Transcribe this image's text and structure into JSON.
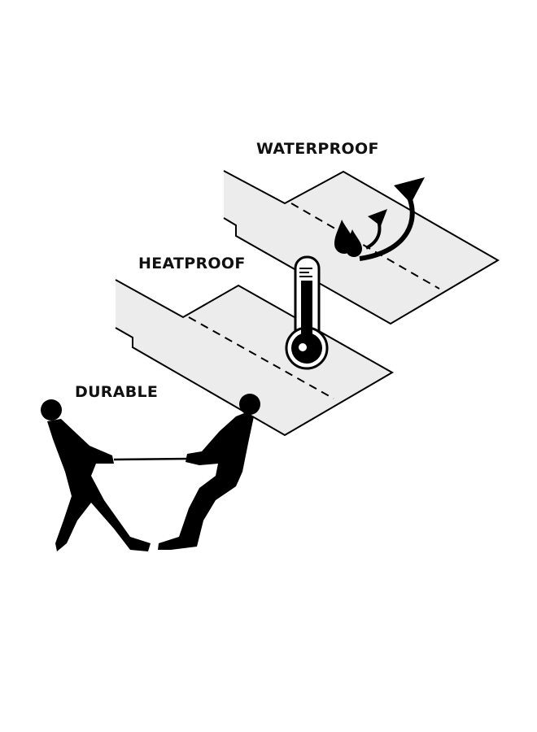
{
  "labels": {
    "waterproof": "WATERPROOF",
    "heatproof": "HEATPROOF",
    "durable": "DURABLE"
  },
  "colors": {
    "ink": "#000000",
    "sheet": "#ececec",
    "background": "#ffffff"
  }
}
